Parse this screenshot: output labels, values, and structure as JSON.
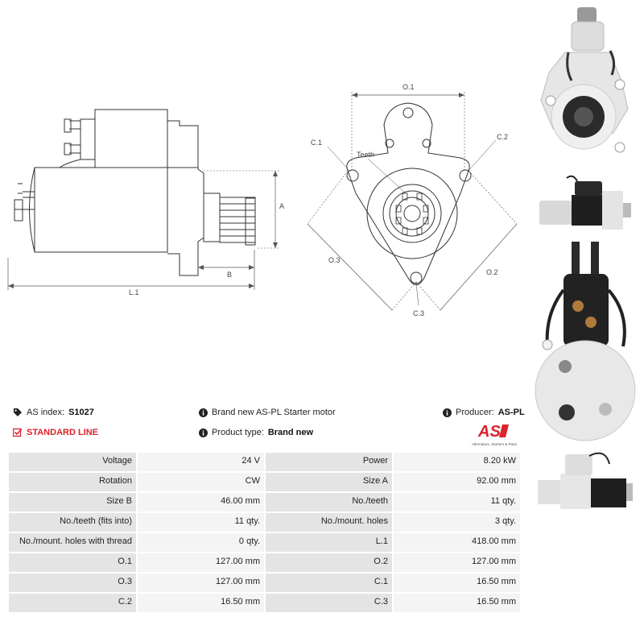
{
  "diagram": {
    "side_labels": {
      "a": "A",
      "b": "B",
      "l1": "L.1"
    },
    "front_labels": {
      "o1": "O.1",
      "o2": "O.2",
      "o3": "O.3",
      "c1": "C.1",
      "c2": "C.2",
      "c3": "C.3",
      "teeth": "Teeth"
    }
  },
  "info": {
    "as_index_label": "AS index:",
    "as_index_value": "S1027",
    "description": "Brand new AS-PL Starter motor",
    "producer_label": "Producer:",
    "producer_value": "AS-PL",
    "line_label": "STANDARD LINE",
    "product_type_label": "Product type:",
    "product_type_value": "Brand new",
    "brand_logo_text": "AS",
    "brand_tagline": "Alternators, Starters & Parts"
  },
  "specs": [
    [
      "Voltage",
      "24 V",
      "Power",
      "8.20 kW"
    ],
    [
      "Rotation",
      "CW",
      "Size A",
      "92.00 mm"
    ],
    [
      "Size B",
      "46.00 mm",
      "No./teeth",
      "11 qty."
    ],
    [
      "No./teeth (fits into)",
      "11 qty.",
      "No./mount. holes",
      "3 qty."
    ],
    [
      "No./mount. holes with thread",
      "0 qty.",
      "L.1",
      "418.00 mm"
    ],
    [
      "O.1",
      "127.00 mm",
      "O.2",
      "127.00 mm"
    ],
    [
      "O.3",
      "127.00 mm",
      "C.1",
      "16.50 mm"
    ],
    [
      "C.2",
      "16.50 mm",
      "C.3",
      "16.50 mm"
    ]
  ],
  "colors": {
    "accent_red": "#d9242b",
    "label_bg": "#e4e4e4",
    "value_bg": "#f4f4f4"
  },
  "icons": [
    "tag-icon",
    "info-icon",
    "checkbox-icon"
  ]
}
